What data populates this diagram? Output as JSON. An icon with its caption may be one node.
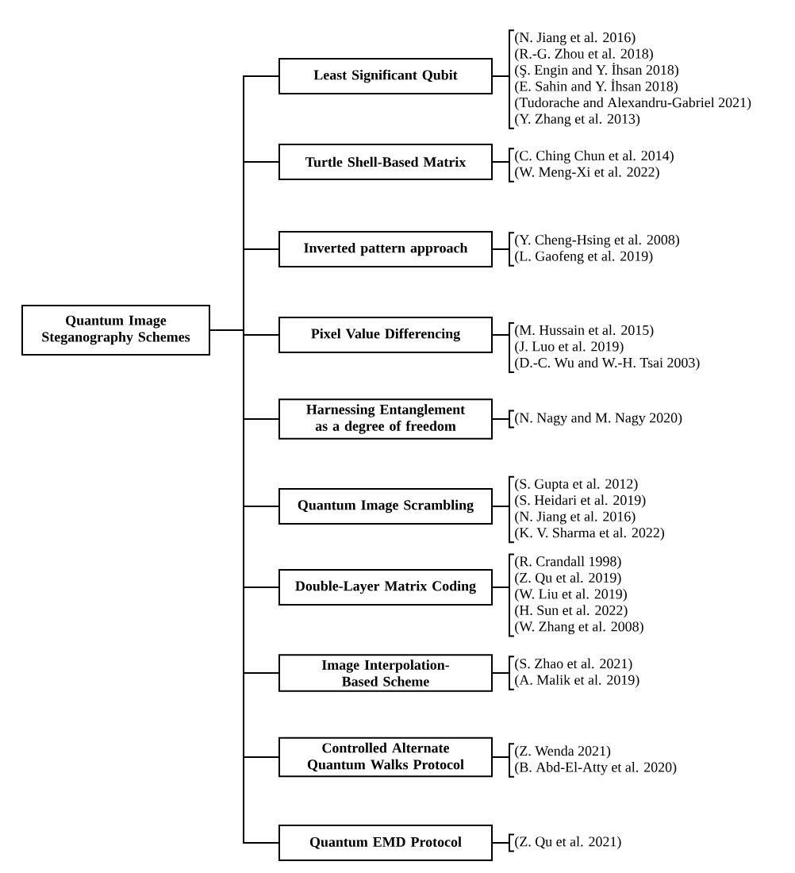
{
  "diagram": {
    "nodes": [
      {
        "text": [
          "Quantum Image Steganography Schemes"
        ]
      },
      {
        "text": [
          "Least Significant Qubit"
        ]
      },
      {
        "text": [
          "(N. Jiang et al. 2016)",
          "(R.-G. Zhou et al. 2018)",
          "(Ş. Engin and Y. İhsan 2018)",
          "(E. Sahin and Y. İhsan 2018)",
          "(Tudorache and Alexandru-Gabriel 2021)",
          "(Y. Zhang et al. 2013)"
        ]
      },
      {
        "text": [
          "Turtle Shell-Based Matrix"
        ]
      },
      {
        "text": [
          "(C. Ching Chun et al.  2014)",
          "(W. Meng-Xi et al. 2022)"
        ]
      },
      {
        "text": [
          "Inverted pattern approach"
        ]
      },
      {
        "text": [
          "(Y. Cheng-Hsing et al. 2008)",
          "(L. Gaofeng et al. 2019)"
        ]
      },
      {
        "text": [
          "Pixel Value Differencing"
        ]
      },
      {
        "text": [
          "(M. Hussain et al. 2015)",
          "(J. Luo et al. 2019)",
          "(D.-C. Wu and W.-H. Tsai 2003)"
        ]
      },
      {
        "text": [
          "Harnessing Entanglement as a degree of freedom"
        ]
      },
      {
        "text": [
          "(N. Nagy and M. Nagy 2020)"
        ]
      },
      {
        "text": [
          "Quantum Image Scrambling"
        ]
      },
      {
        "text": [
          "(S. Gupta et al.  2012)",
          "(S. Heidari et al.  2019)",
          "(N. Jiang et al.  2016)",
          "(K. V. Sharma et al.  2022)"
        ]
      },
      {
        "text": [
          "Double-Layer Matrix Coding"
        ]
      },
      {
        "text": [
          "(R. Crandall 1998)",
          "(Z. Qu et al.  2019)",
          "(W. Liu et al. 2019)",
          "(H. Sun et al. 2022)",
          "(W. Zhang et al. 2008)"
        ]
      },
      {
        "text": [
          "Image Interpolation-Based Scheme"
        ]
      },
      {
        "text": [
          "(S. Zhao et al. 2021)",
          "(A. Malik et al. 2019)"
        ]
      },
      {
        "text": [
          "Controlled Alternate Quantum Walks Protocol"
        ]
      },
      {
        "text": [
          "(Z. Wenda 2021)",
          "(B. Abd-El-Atty et al.  2020)"
        ]
      },
      {
        "text": [
          "Quantum EMD Protocol"
        ]
      },
      {
        "text": [
          "(Z. Qu et al. 2021)"
        ]
      }
    ],
    "edges": [
      {
        "from": 0,
        "to": 1,
        "arrow": "none"
      },
      {
        "from": 0,
        "to": 3,
        "arrow": "none"
      },
      {
        "from": 0,
        "to": 5,
        "arrow": "none"
      },
      {
        "from": 0,
        "to": 7,
        "arrow": "none"
      },
      {
        "from": 0,
        "to": 9,
        "arrow": "none"
      },
      {
        "from": 0,
        "to": 11,
        "arrow": "none"
      },
      {
        "from": 0,
        "to": 13,
        "arrow": "none"
      },
      {
        "from": 0,
        "to": 15,
        "arrow": "none"
      },
      {
        "from": 0,
        "to": 17,
        "arrow": "none"
      },
      {
        "from": 0,
        "to": 19,
        "arrow": "none"
      },
      {
        "from": 1,
        "to": 2,
        "arrow": "none"
      },
      {
        "from": 3,
        "to": 4,
        "arrow": "none"
      },
      {
        "from": 5,
        "to": 6,
        "arrow": "none"
      },
      {
        "from": 7,
        "to": 8,
        "arrow": "none"
      },
      {
        "from": 9,
        "to": 10,
        "arrow": "none"
      },
      {
        "from": 11,
        "to": 12,
        "arrow": "none"
      },
      {
        "from": 13,
        "to": 14,
        "arrow": "none"
      },
      {
        "from": 15,
        "to": 16,
        "arrow": "none"
      },
      {
        "from": 17,
        "to": 18,
        "arrow": "none"
      },
      {
        "from": 19,
        "to": 20,
        "arrow": "none"
      }
    ]
  }
}
